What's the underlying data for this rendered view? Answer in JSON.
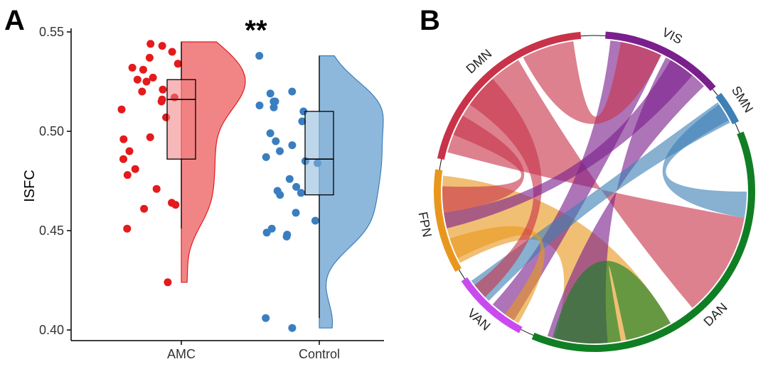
{
  "panels": {
    "a_letter": "A",
    "b_letter": "B"
  },
  "chart_data": [
    {
      "type": "raincloud",
      "title": "",
      "xlabel": "",
      "ylabel": "ISFC",
      "ylim": [
        0.4,
        0.55
      ],
      "yticks": [
        "0.40",
        "0.45",
        "0.50",
        "0.55"
      ],
      "significance": "**",
      "grid": false,
      "legend": "none",
      "categories": [
        "AMC",
        "Control"
      ],
      "series": [
        {
          "name": "AMC",
          "color": "#e41a1c",
          "fill": "#f07e7f",
          "points": [
            0.544,
            0.543,
            0.54,
            0.537,
            0.534,
            0.532,
            0.531,
            0.527,
            0.526,
            0.525,
            0.521,
            0.52,
            0.517,
            0.516,
            0.515,
            0.511,
            0.507,
            0.497,
            0.496,
            0.49,
            0.486,
            0.481,
            0.478,
            0.471,
            0.464,
            0.463,
            0.461,
            0.451,
            0.424
          ],
          "box": {
            "q1": 0.486,
            "median": 0.516,
            "q3": 0.526,
            "min": 0.451,
            "max": 0.545
          },
          "density_range": [
            0.424,
            0.545
          ]
        },
        {
          "name": "Control",
          "color": "#3a7ebf",
          "fill": "#88b4d9",
          "points": [
            0.538,
            0.52,
            0.519,
            0.515,
            0.515,
            0.513,
            0.512,
            0.51,
            0.505,
            0.499,
            0.495,
            0.493,
            0.49,
            0.487,
            0.485,
            0.484,
            0.476,
            0.472,
            0.47,
            0.469,
            0.468,
            0.459,
            0.455,
            0.451,
            0.449,
            0.448,
            0.447,
            0.406,
            0.401
          ],
          "box": {
            "q1": 0.468,
            "median": 0.486,
            "q3": 0.51,
            "min": 0.406,
            "max": 0.538
          },
          "density_range": [
            0.401,
            0.538
          ]
        }
      ]
    },
    {
      "type": "chord",
      "title": "",
      "sectors": [
        {
          "name": "DMN",
          "color": "#c8334a"
        },
        {
          "name": "VIS",
          "color": "#7a1f8c"
        },
        {
          "name": "SMN",
          "color": "#3e7fb5"
        },
        {
          "name": "DAN",
          "color": "#107f24"
        },
        {
          "name": "VAN",
          "color": "#c94bf0"
        },
        {
          "name": "FPN",
          "color": "#e8971e"
        }
      ]
    }
  ]
}
